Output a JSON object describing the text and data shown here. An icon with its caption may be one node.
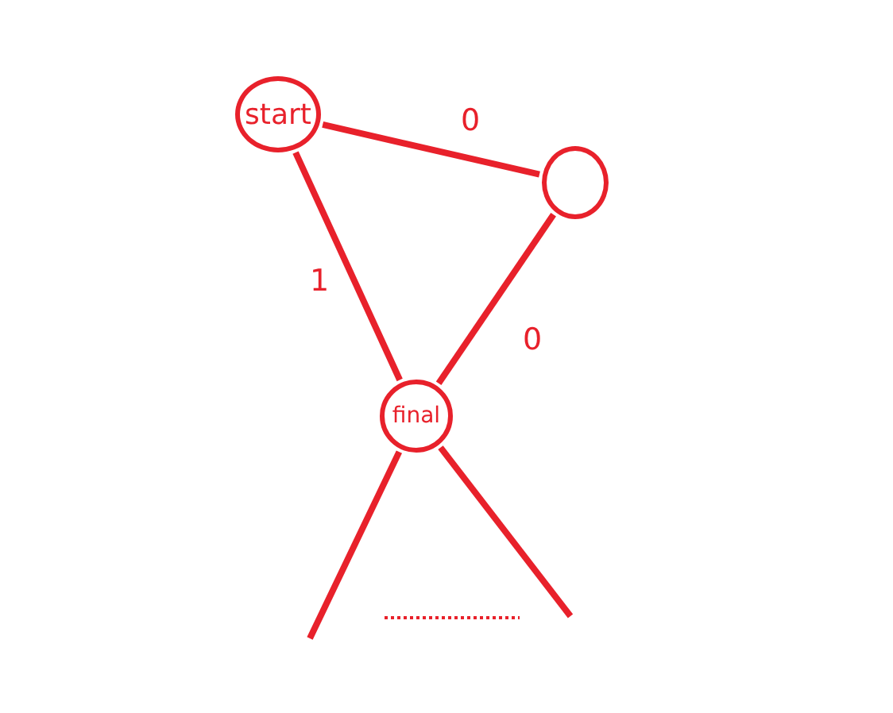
{
  "diagram": {
    "nodes": [
      {
        "text": [
          "start"
        ]
      },
      {
        "text": [],
        "shape": "circle"
      },
      {
        "text": [
          "final"
        ]
      }
    ],
    "edges": [
      {
        "from": 0,
        "to": 1,
        "arrow": "none",
        "label": "0"
      },
      {
        "from": 0,
        "to": 2,
        "arrow": "none",
        "label": "1"
      },
      {
        "from": 1,
        "to": 2,
        "arrow": "none",
        "label": "0"
      },
      {
        "from": 2,
        "to": null,
        "arrow": "none"
      },
      {
        "from": 2,
        "to": null,
        "arrow": "none"
      }
    ]
  }
}
